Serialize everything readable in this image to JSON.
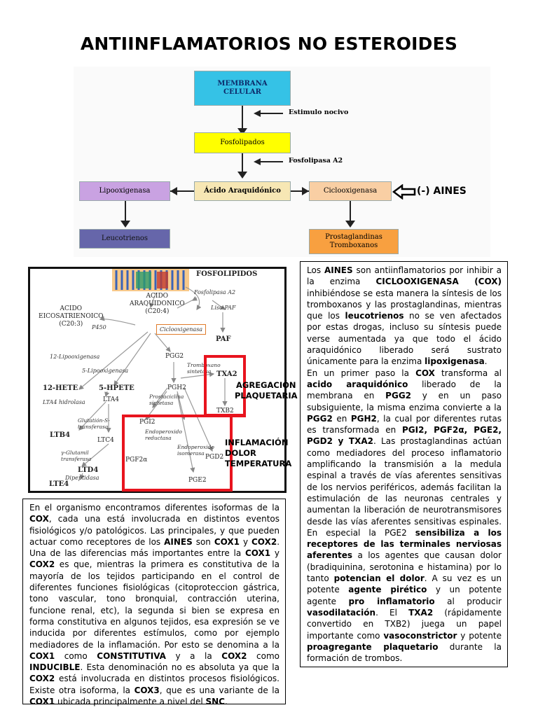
{
  "title": "ANTIINFLAMATORIOS NO ESTEROIDES",
  "flow": {
    "membrana": "MEMBRANA\nCELULAR",
    "estimulo": "Estimulo nocivo",
    "fosfolipidos": "Fosfolipados",
    "fosfolipasa": "Fosfolipasa A2",
    "lipooxigenasa": "Lipooxigenasa",
    "acido": "Ácido Araquidónico",
    "ciclooxigenasa": "Ciclooxigenasa",
    "aines": "(-) AINES",
    "leucotrienos": "Leucotrienos",
    "prostaglandinas": "Prostaglandinas\nTromboxanos",
    "colors": {
      "membrana": "#35c2e6",
      "fosfolipidos": "#ffff00",
      "lipo": "#c9a2e2",
      "acido": "#f7e7b4",
      "ciclo": "#f9cfa4",
      "leuco": "#6666aa",
      "prosta": "#f8a040"
    }
  },
  "pathway": {
    "fosfolipidos": "FOSFOLIPIDOS",
    "fosfolipasa": "Fosfolipasa A2",
    "acido_eico": "ACIDO\nEICOSATRIENOICO\n(C20:3)",
    "acido_araq": "ACIDO\nARAQUIDONICO\n(C20:4)",
    "liso_paf": "Liso-PAF",
    "p450": "P450",
    "ciclooxigenasa": "Ciclooxigenasa",
    "paf": "PAF",
    "lipo12": "12-Lipooxigenasa",
    "lipo5": "5-Lipooxigenasa",
    "pgg2": "PGG2",
    "tromboxano": "Tromboxano\nsintetasa",
    "txa2": "TXA2",
    "hete": "12-HETE",
    "hpete": "5-HPETE",
    "pgh2": "PGH2",
    "txb2": "TXB2",
    "lta4_hid": "LTA4 hidrolasa",
    "lta4": "LTA4",
    "prostaciclina": "Prostaciclina\nsintetasa",
    "ltb4": "LTB4",
    "glutation": "Glutatión-S-\ntransferasa",
    "pgi2": "PGI2",
    "endoperox_red": "Endoperoxido\nreductasa",
    "ltc4": "LTC4",
    "endoperox_iso": "Endoperoxido\nisomerasa",
    "glutamil": "γ-Glutamil\ntransferasa",
    "pgf2a": "PGF2α",
    "pgd2": "PGD2",
    "ltd4": "LTD4",
    "dipeptidasa": "Dipeptidasa",
    "pge2": "PGE2",
    "lte4": "LTE4",
    "red_color": "#e8141e"
  },
  "labels": {
    "agregacion": "AGREGACIÓN\nPLAQUETARIA",
    "inflamacion": "INFLAMACIÓN\nDOLOR\nTEMPERATURA"
  },
  "box_right": {
    "p1": [
      {
        "t": "Los "
      },
      {
        "t": "AINES",
        "b": true
      },
      {
        "t": " son antiinflamatorios por inhibir a la enzima "
      },
      {
        "t": "CICLOOXIGENASA (COX)",
        "b": true
      },
      {
        "t": " inhibiéndose se esta manera la síntesis de los tromboxanos y las prostaglandinas, mientras que los "
      },
      {
        "t": "leucotrienos",
        "b": true
      },
      {
        "t": " no se ven afectados por estas drogas, incluso su síntesis puede verse aumentada ya que todo el ácido araquidónico liberado será sustrato únicamente para la enzima "
      },
      {
        "t": "lipoxigenasa",
        "b": true
      },
      {
        "t": "."
      }
    ],
    "p2": [
      {
        "t": "En un primer paso la "
      },
      {
        "t": "COX",
        "b": true
      },
      {
        "t": " transforma al "
      },
      {
        "t": "acido araquidónico",
        "b": true
      },
      {
        "t": " liberado de la membrana en "
      },
      {
        "t": "PGG2",
        "b": true
      },
      {
        "t": " y en un paso subsiguiente, la misma enzima convierte a la "
      },
      {
        "t": "PGG2",
        "b": true
      },
      {
        "t": " en "
      },
      {
        "t": "PGH2",
        "b": true
      },
      {
        "t": ", la cual por diferentes rutas es transformada en "
      },
      {
        "t": "PGI2, PGF2α, PGE2, PGD2 y TXA2",
        "b": true
      },
      {
        "t": ". Las prostaglandinas actúan como mediadores del proceso inflamatorio amplificando la transmisión a la medula espinal a través de vías aferentes sensitivas de los nervios periféricos, además facilitan la estimulación de las neuronas centrales y aumentan la liberación de neurotransmisores desde las vías aferentes sensitivas espinales. En especial la PGE2 "
      },
      {
        "t": "sensibiliza a los receptores de las terminales nerviosas aferentes",
        "b": true
      },
      {
        "t": " a los agentes que causan dolor (bradiquinina, serotonina e histamina) por lo tanto "
      },
      {
        "t": "potencian el dolor",
        "b": true
      },
      {
        "t": ". A su vez es un potente "
      },
      {
        "t": "agente pirético",
        "b": true
      },
      {
        "t": " y un potente agente "
      },
      {
        "t": "pro inflamatorio",
        "b": true
      },
      {
        "t": " al producir "
      },
      {
        "t": "vasodilatación",
        "b": true
      },
      {
        "t": ". El "
      },
      {
        "t": "TXA2",
        "b": true
      },
      {
        "t": " (rápidamente convertido en TXB2) juega un papel importante como "
      },
      {
        "t": "vasoconstrictor",
        "b": true
      },
      {
        "t": " y potente "
      },
      {
        "t": "proagregante plaquetario",
        "b": true
      },
      {
        "t": " durante la formación de trombos."
      }
    ]
  },
  "box_left": {
    "p1": [
      {
        "t": "En el organismo encontramos diferentes isoformas de la "
      },
      {
        "t": "COX",
        "b": true
      },
      {
        "t": ", cada una está involucrada en distintos eventos fisiológicos y/o patológicos. Las principales, y que pueden actuar como receptores de los "
      },
      {
        "t": "AINES",
        "b": true
      },
      {
        "t": " son "
      },
      {
        "t": "COX1",
        "b": true
      },
      {
        "t": " y "
      },
      {
        "t": "COX2",
        "b": true
      },
      {
        "t": ". Una de las diferencias más importantes entre la "
      },
      {
        "t": "COX1",
        "b": true
      },
      {
        "t": " y "
      },
      {
        "t": "COX2",
        "b": true
      },
      {
        "t": " es que, mientras la primera es constitutiva de la mayoría de los tejidos participando en el control de diferentes funciones fisiológicas (citoproteccion gástrica, tono vascular, tono bronquial, contracción uterina, funcione renal, etc), la segunda si bien se expresa en forma constitutiva en algunos tejidos, esa expresión se ve inducida por diferentes estímulos, como por ejemplo mediadores de la inflamación. Por esto se denomina a la "
      },
      {
        "t": "COX1",
        "b": true
      },
      {
        "t": " como "
      },
      {
        "t": "CONSTITUTIVA",
        "b": true
      },
      {
        "t": " y a la "
      },
      {
        "t": "COX2",
        "b": true
      },
      {
        "t": " como "
      },
      {
        "t": "INDUCIBLE",
        "b": true
      },
      {
        "t": ". Esta denominación no es absoluta ya que la "
      },
      {
        "t": "COX2",
        "b": true
      },
      {
        "t": " está involucrada en distintos procesos fisiológicos. Existe otra isoforma, la "
      },
      {
        "t": "COX3",
        "b": true
      },
      {
        "t": ", que es una variante de la "
      },
      {
        "t": "COX1",
        "b": true
      },
      {
        "t": " ubicada principalmente a nivel del "
      },
      {
        "t": "SNC",
        "b": true
      },
      {
        "t": "."
      }
    ]
  }
}
